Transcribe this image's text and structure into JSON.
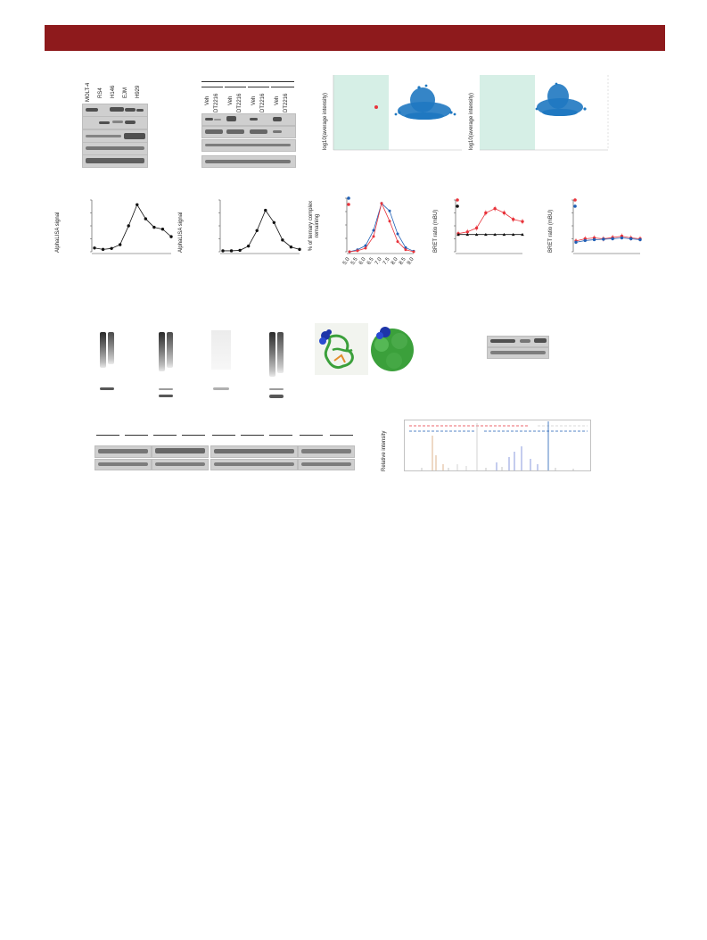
{
  "figure_panels": {
    "cell_lines": [
      "MOLT-4",
      "RS4",
      "H146",
      "EJM",
      "H929"
    ],
    "treatment_lanes": [
      "Veh",
      "DT2216",
      "Veh",
      "DT2216",
      "Veh",
      "DT2216",
      "Veh",
      "DT2216"
    ],
    "scatter_ylabel": "log10(average intensity)",
    "alphalisa_ylabel": "AlphaLISA signal",
    "ternary_ylabel": "% of ternary complex remaining",
    "bret_ylabel": "BRET ratio (mBU)",
    "ms_ylabel": "Relative intensity"
  },
  "colors": {
    "banner": "#8e1a1c",
    "red_series": "#e8333b",
    "blue_series": "#1f5fb5",
    "scatter_blue": "#1f78c1",
    "shade": "#d6efe6",
    "protein_green": "#3ba03b",
    "protein_blue": "#1d35a8"
  },
  "chart_data": [
    {
      "type": "line",
      "x": [
        1,
        2,
        3,
        4,
        5,
        6,
        7,
        8,
        9,
        10
      ],
      "values": [
        0.08,
        0.05,
        0.07,
        0.15,
        0.55,
        1.0,
        0.7,
        0.52,
        0.48,
        0.32
      ],
      "ylabel": "AlphaLISA signal",
      "ylim": [
        0,
        1.1
      ]
    },
    {
      "type": "line",
      "x": [
        1,
        2,
        3,
        4,
        5,
        6,
        7,
        8,
        9,
        10
      ],
      "values": [
        0.02,
        0.02,
        0.03,
        0.12,
        0.45,
        0.88,
        0.62,
        0.25,
        0.1,
        0.05
      ],
      "ylabel": "AlphaLISA signal",
      "ylim": [
        0,
        1.1
      ]
    },
    {
      "type": "line",
      "x": [
        5.0,
        5.5,
        6.0,
        6.5,
        7.0,
        7.5,
        8.0,
        8.5,
        9.0
      ],
      "xticks": [
        "5.0",
        "5.5",
        "6.0",
        "6.5",
        "7.0",
        "7.5",
        "8.0",
        "8.5",
        "9.0"
      ],
      "series": [
        {
          "values": [
            0,
            0.04,
            0.12,
            0.42,
            0.95,
            0.8,
            0.35,
            0.08,
            0.01
          ]
        },
        {
          "values": [
            0,
            0.02,
            0.07,
            0.3,
            0.95,
            0.6,
            0.2,
            0.04,
            0.0
          ]
        }
      ],
      "ylabel": "% of ternary complex remaining",
      "ylim": [
        0,
        1.05
      ]
    },
    {
      "type": "line",
      "x": [
        1,
        2,
        3,
        4,
        5,
        6,
        7,
        8
      ],
      "series": [
        {
          "values": [
            0.42,
            0.46,
            0.55,
            0.9,
            1.0,
            0.9,
            0.75,
            0.7
          ]
        },
        {
          "values": [
            0.4,
            0.4,
            0.4,
            0.4,
            0.4,
            0.4,
            0.4,
            0.4
          ]
        }
      ],
      "ylabel": "BRET ratio (mBU)",
      "ylim": [
        0,
        1.2
      ]
    },
    {
      "type": "line",
      "x": [
        1,
        2,
        3,
        4,
        5,
        6,
        7,
        8
      ],
      "series": [
        {
          "values": [
            0.25,
            0.3,
            0.32,
            0.3,
            0.33,
            0.36,
            0.32,
            0.3
          ]
        },
        {
          "values": [
            0.22,
            0.26,
            0.28,
            0.29,
            0.3,
            0.32,
            0.3,
            0.28
          ]
        }
      ],
      "ylabel": "BRET ratio (mBU)",
      "ylim": [
        0,
        1.2
      ]
    }
  ]
}
